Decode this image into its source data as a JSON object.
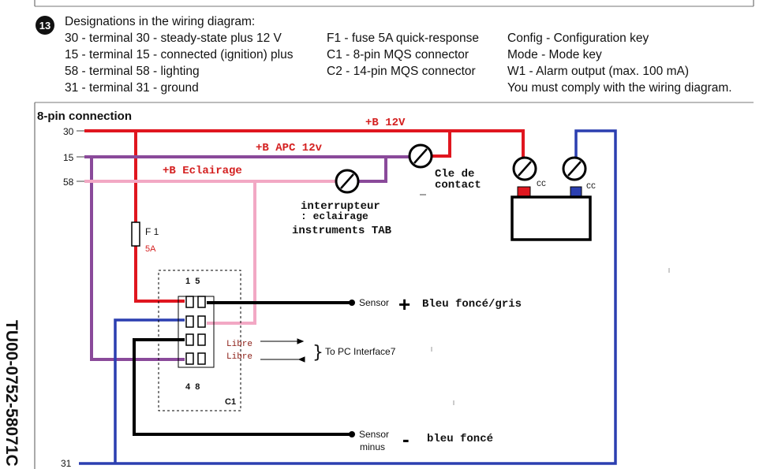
{
  "header": {
    "step_number": "13",
    "title": "Designations in the wiring diagram:",
    "col1": [
      "30 - terminal 30 - steady-state plus 12 V",
      "15 - terminal 15 - connected (ignition) plus",
      "58 - terminal 58 - lighting",
      "31 - terminal 31 - ground"
    ],
    "col2": [
      "F1 - fuse 5A quick-response",
      "C1 - 8-pin MQS connector",
      "C2 - 14-pin MQS connector"
    ],
    "col3": [
      "Config - Configuration key",
      "Mode - Mode key",
      "W1 - Alarm output (max. 100 mA)",
      "You must comply with the wiring diagram."
    ]
  },
  "diagram": {
    "section_title": "8-pin connection",
    "terminals": {
      "t30": "30",
      "t15": "15",
      "t58": "58",
      "t31": "31"
    },
    "wire_labels": {
      "b12v": "+B 12V",
      "apc": "+B APC 12v",
      "eclairage": "+B Eclairage"
    },
    "fuse": {
      "name": "F 1",
      "rating": "5A"
    },
    "key_switch": {
      "line1": "Cle de",
      "line2": "contact"
    },
    "light_switch": {
      "line1": "interrupteur",
      "line2": ": eclairage",
      "line3": "instruments TAB"
    },
    "battery": {
      "cc_pos": "CC",
      "cc_neg": "CC"
    },
    "connector": {
      "top_pins": "1  5",
      "bottom_pins": "4  8",
      "name": "C1",
      "free1": "Libre",
      "free2": "Libre"
    },
    "sensor_plus": {
      "label": "Sensor",
      "sign": "+",
      "color_note": "Bleu foncé/gris"
    },
    "sensor_minus": {
      "label1": "Sensor",
      "label2": "minus",
      "sign": "-",
      "color_note": "bleu foncé"
    },
    "pc_interface": "To PC Interface7",
    "side_code": "TU00-0752-58071C",
    "colors": {
      "red": "#e0161f",
      "purple": "#8a4a9a",
      "pink": "#f2a8c4",
      "blue": "#2b3fb0",
      "black": "#000000",
      "label_red": "#d42020",
      "label_brown": "#8b1c14"
    }
  }
}
